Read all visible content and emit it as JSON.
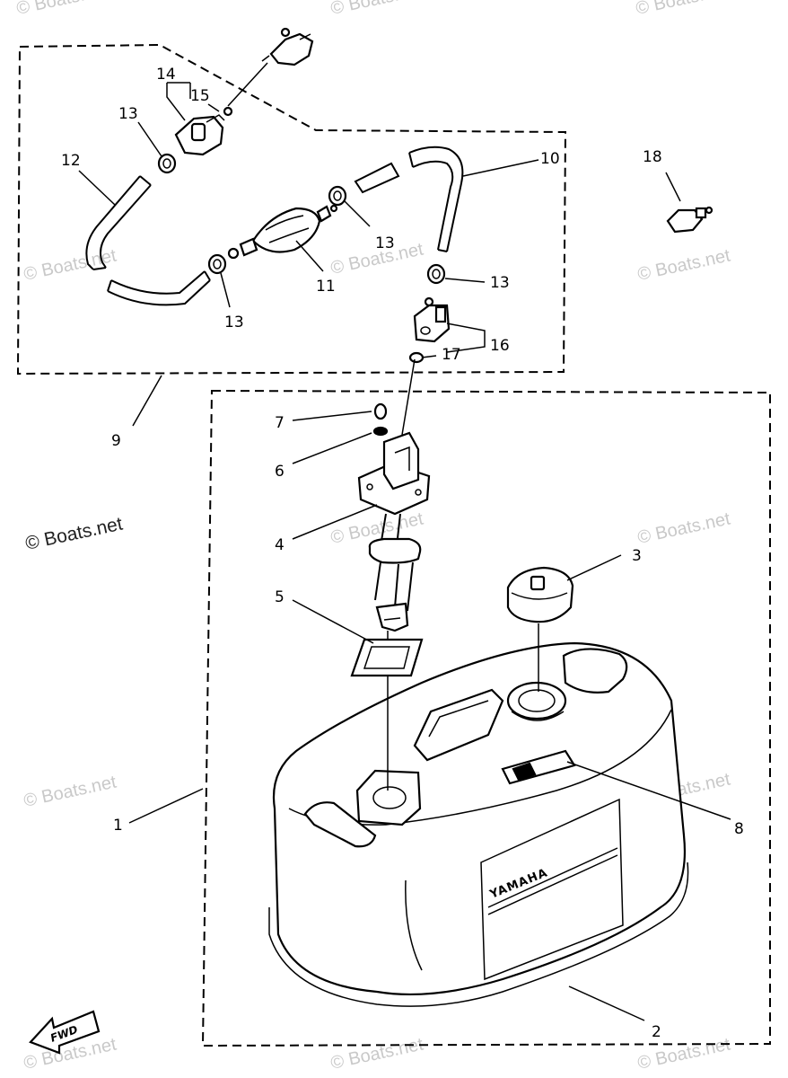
{
  "watermark": "© Boats.net",
  "brand_on_tank": "YAMAHA",
  "direction_marker": "FWD",
  "callouts": {
    "c1": "1",
    "c2": "2",
    "c3": "3",
    "c4": "4",
    "c5": "5",
    "c6": "6",
    "c7": "7",
    "c8": "8",
    "c9": "9",
    "c10": "10",
    "c11": "11",
    "c12": "12",
    "c13a": "13",
    "c13b": "13",
    "c13c": "13",
    "c13d": "13",
    "c14": "14",
    "c15": "15",
    "c16": "16",
    "c17": "17",
    "c18": "18"
  }
}
